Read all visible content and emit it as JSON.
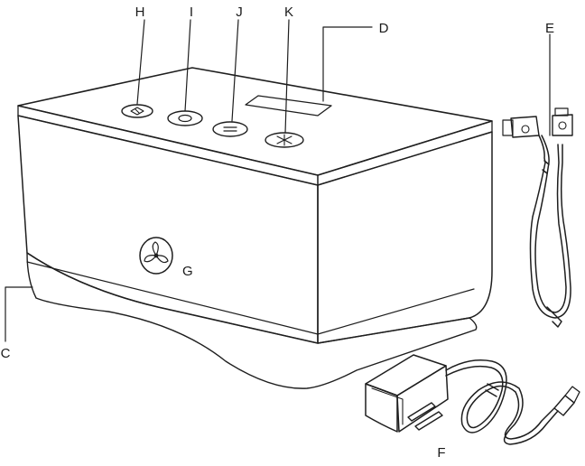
{
  "diagram": {
    "callouts": {
      "H": "H",
      "I": "I",
      "J": "J",
      "K": "K",
      "D": "D",
      "E": "E",
      "G": "G",
      "C": "C",
      "F": "F"
    }
  }
}
